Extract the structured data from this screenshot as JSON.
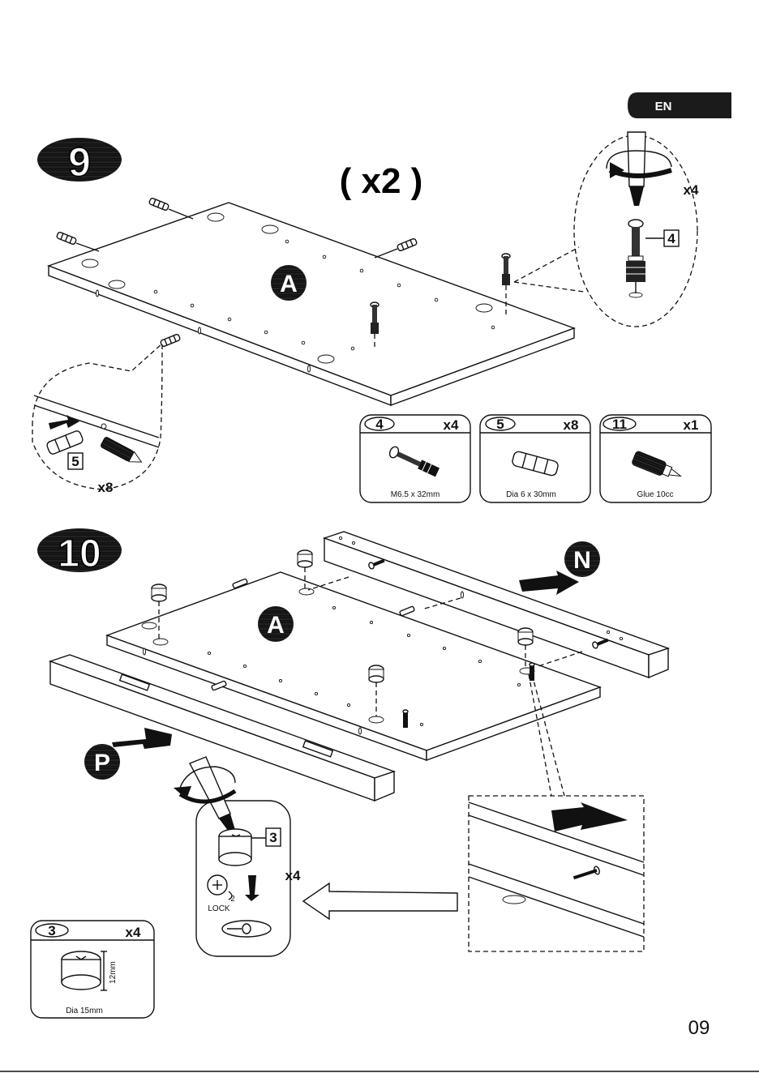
{
  "language_tab": "EN",
  "page_number": "09",
  "step9": {
    "number": "9",
    "multiplier": "( x2 )",
    "panel_label": "A",
    "zoom_screw_qty": "x4",
    "zoom_screw_part": "4",
    "zoom_dowel_qty": "x8",
    "zoom_dowel_part": "5"
  },
  "parts": [
    {
      "id": "4",
      "qty": "x4",
      "desc": "M6.5 x 32mm"
    },
    {
      "id": "5",
      "qty": "x8",
      "desc": "Dia 6 x 30mm"
    },
    {
      "id": "11",
      "qty": "x1",
      "desc": "Glue 10cc"
    }
  ],
  "step10": {
    "number": "10",
    "panel_label": "A",
    "rail_n": "N",
    "rail_p": "P",
    "cam_part": "3",
    "cam_qty": "x4",
    "lock_text": "LOCK",
    "lock_step": "2"
  },
  "cam_legend": {
    "id": "3",
    "qty": "x4",
    "height": "12mm",
    "desc": "Dia 15mm"
  }
}
